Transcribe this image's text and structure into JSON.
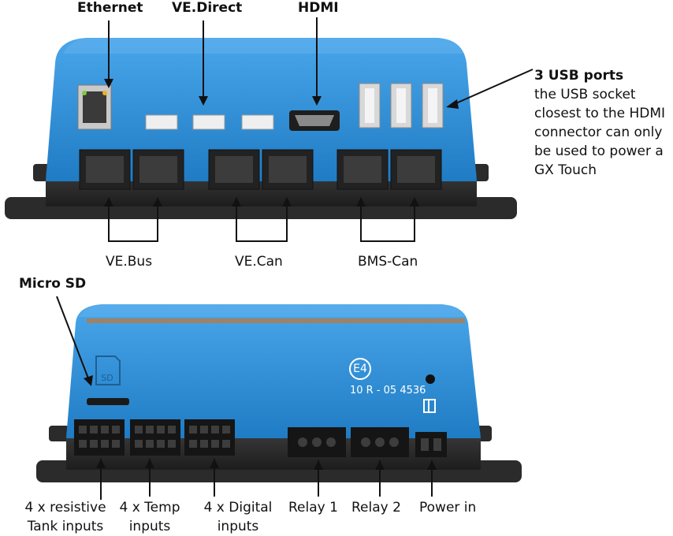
{
  "top_labels": {
    "ethernet": "Ethernet",
    "vedirect": "VE.Direct",
    "hdmi": "HDMI",
    "vebus": "VE.Bus",
    "vecan": "VE.Can",
    "bmscan": "BMS-Can"
  },
  "usb": {
    "title": "3 USB ports",
    "lines": [
      "the USB socket",
      "closest to the HDMI",
      "connector can only",
      "be used to power a",
      "GX Touch"
    ]
  },
  "bottom_labels": {
    "microsd": "Micro SD",
    "tank": [
      "4 x resistive",
      "Tank inputs"
    ],
    "temp": [
      "4 x Temp",
      "inputs"
    ],
    "digital": [
      "4 x Digital",
      "inputs"
    ],
    "relay1": "Relay 1",
    "relay2": "Relay 2",
    "power": "Power in"
  },
  "device_marks": {
    "sd_text": "SD",
    "emark": "E4",
    "approval": "10 R - 05 4536"
  },
  "colors": {
    "body_blue": "#2f8fd6",
    "body_blue_light": "#5fb1ec",
    "base_dark": "#2a2a2a",
    "line": "#111111"
  }
}
